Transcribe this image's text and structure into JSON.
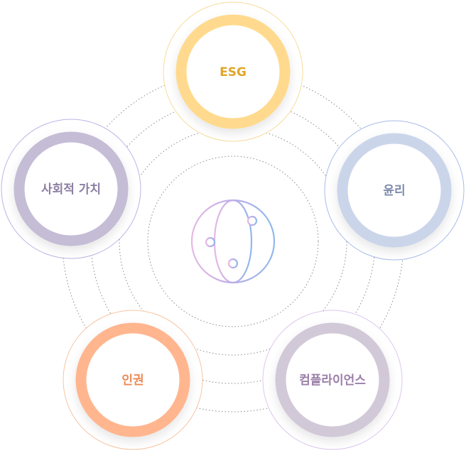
{
  "diagram": {
    "center": {
      "icon": "globe-icon"
    },
    "nodes": [
      {
        "id": "esg",
        "label": "ESG",
        "ring": "#FFDA8E",
        "inner_stroke": "#F7DC9C",
        "text": "#E2A528"
      },
      {
        "id": "ethics",
        "label": "윤리",
        "ring": "#CBD5EA",
        "inner_stroke": "#A9BBEA",
        "text": "#7F8CAD"
      },
      {
        "id": "compliance",
        "label": "컴플라이언스",
        "ring": "#D2C9D8",
        "inner_stroke": "#DCC6EE",
        "text": "#9B7FA9"
      },
      {
        "id": "rights",
        "label": "인권",
        "ring": "#FFB68F",
        "inner_stroke": "#F8C4A2",
        "text": "#EC8A55"
      },
      {
        "id": "social",
        "label": "사회적 가치",
        "ring": "#C5BCD6",
        "inner_stroke": "#BDB3E6",
        "text": "#8C7FA3"
      }
    ]
  }
}
